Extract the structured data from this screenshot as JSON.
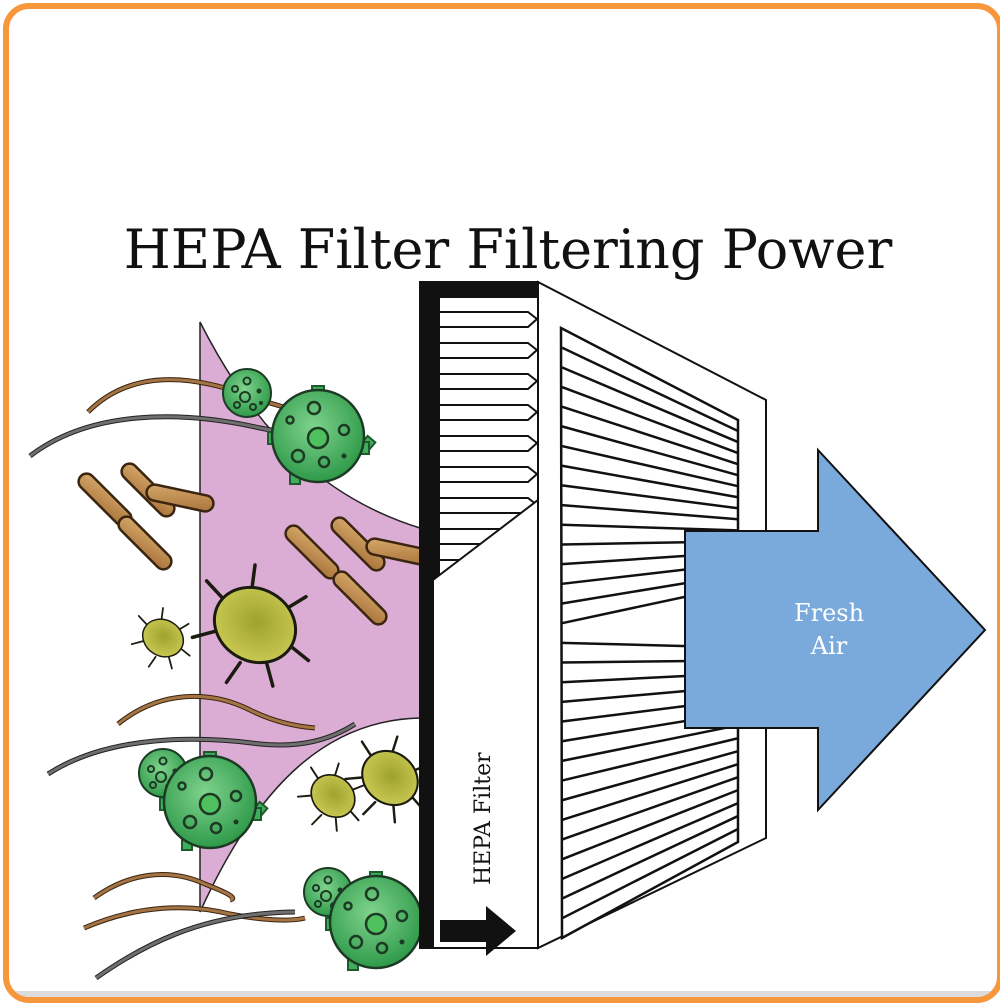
{
  "diagram": {
    "title": "HEPA Filter Filtering Power",
    "filter_label": "HEPA Filter",
    "output_arrow": {
      "line1": "Fresh",
      "line2": "Air",
      "color": "#7aaadc"
    },
    "airflow_direction_icon": "right-arrow-icon",
    "particles": {
      "pollen": {
        "icon": "pollen-icon",
        "color": "#3fae5c"
      },
      "bacteria": {
        "icon": "bacteria-rod-icon",
        "color": "#b98345"
      },
      "dust_mites": {
        "icon": "dust-mite-icon",
        "color": "#b7b73a"
      },
      "hair": {
        "icon": "hair-strand-icon",
        "colors": [
          "#a47445",
          "#6f6f6f"
        ]
      }
    },
    "polluted_air_zone_color": "#dcadd4",
    "frame_color": "#f7963a"
  }
}
